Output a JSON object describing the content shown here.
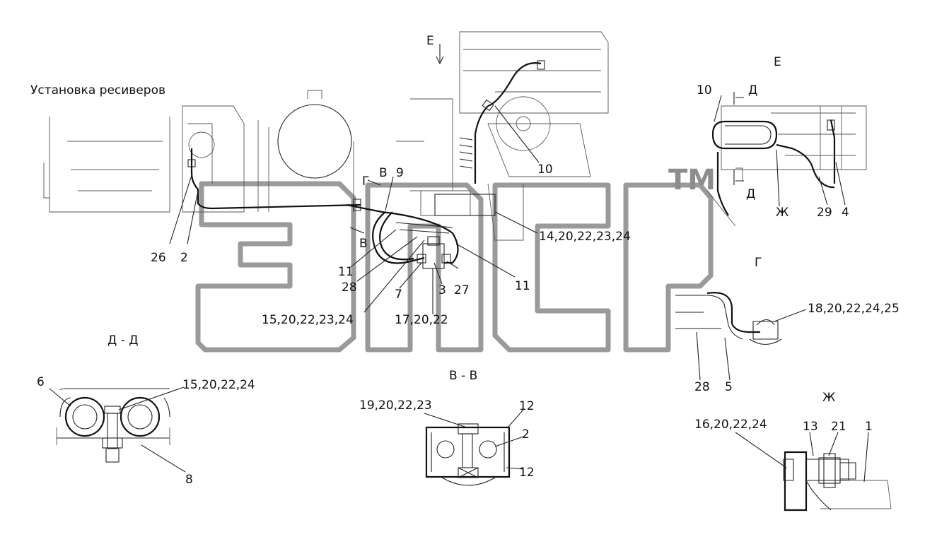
{
  "title": "Установка ресиверов",
  "watermark": {
    "mark": "ТМ"
  },
  "views": {
    "E_arrow": "Е",
    "E": "Е",
    "D_top": "Д",
    "D_bottom": "Д",
    "G_main": "Г",
    "G_view": "Г",
    "V_top": "В",
    "V_bottom": "В",
    "DD": "Д - Д",
    "VV": "В - В",
    "ZH_main": "Ж",
    "ZH_view": "Ж"
  },
  "callouts": {
    "c9": "9",
    "c10a": "10",
    "c10b": "10",
    "c29": "29",
    "c4": "4",
    "c14": "14,20,22,23,24",
    "c26": "26",
    "c2a": "2",
    "c11a": "11",
    "c11b": "11",
    "c28a": "28",
    "c7": "7",
    "c3": "3",
    "c27": "27",
    "c15a": "15,20,22,23,24",
    "c17": "17,20,22",
    "c18": "18,20,22,24,25",
    "c28b": "28",
    "c5": "5",
    "c6": "6",
    "c15b": "15,20,22,24",
    "c8": "8",
    "c19": "19,20,22,23",
    "c12a": "12",
    "c2b": "2",
    "c12b": "12",
    "c16": "16,20,22,24",
    "c13": "13",
    "c21": "21",
    "c1": "1"
  }
}
